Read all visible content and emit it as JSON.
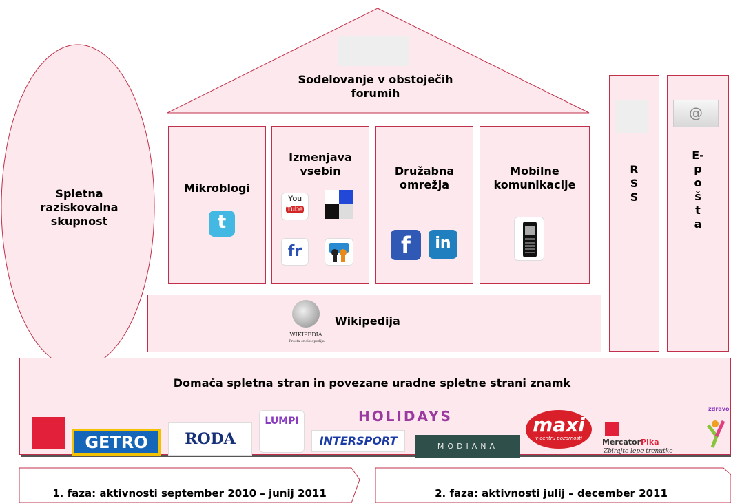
{
  "community": {
    "label": "Spletna raziskovalna skupnost"
  },
  "roof": {
    "label": "Sodelovanje v obstoječih forumih"
  },
  "pillars": {
    "microblogs": {
      "label": "Mikroblogi"
    },
    "content": {
      "label": "Izmenjava vsebin"
    },
    "social": {
      "label": "Družabna omrežja"
    },
    "mobile": {
      "label": "Mobilne komunikacije"
    }
  },
  "wikipedia": {
    "label": "Wikipedija",
    "logo_text": "WIKIPEDIA",
    "logo_sub": "Prosta enciklopedija"
  },
  "rss": {
    "label": "R\nS\nS"
  },
  "email": {
    "label": "E-\np\no\nš\nt\na"
  },
  "base": {
    "label": "Domača spletna stran in povezane uradne spletne strani znamk"
  },
  "brands": {
    "getro": "GETRO",
    "roda": "RODA",
    "lumpi": "LUMPI",
    "holidays": "HOLIDAYS",
    "intersport": "INTERSPORT",
    "modiana": "MODIANA",
    "maxi": "maxi",
    "maxi_sub": "v centru pozornosti",
    "mercator": "Mercator",
    "pika": "Pika",
    "pika_sub": "Zbirajte lepe trenutke",
    "klub": "zdravo"
  },
  "icons": {
    "youtube_top": "You",
    "youtube_bottom": "Tube",
    "flickr": "fr",
    "facebook": "f",
    "linkedin": "in",
    "email_at": "@"
  },
  "phases": {
    "phase1": "1. faza: aktivnosti september 2010 – junij 2011",
    "phase2": "2. faza: aktivnosti julij – december 2011"
  },
  "colors": {
    "fill": "#fde9ed",
    "border": "#c0304a"
  }
}
